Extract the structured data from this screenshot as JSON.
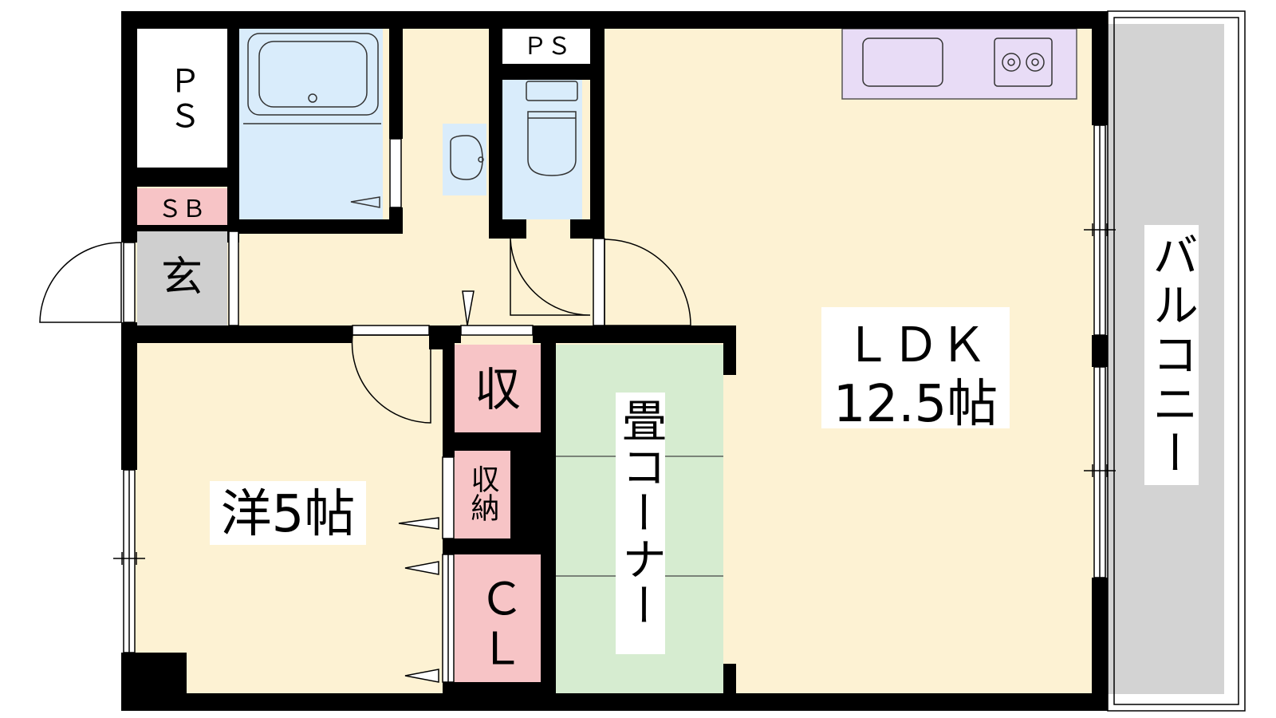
{
  "rooms": {
    "ps_left": "ＰＳ",
    "ps_top": "ＰＳ",
    "sb": "ＳＢ",
    "genkan": "玄",
    "ldk_name": "ＬＤＫ",
    "ldk_size": "12.5帖",
    "balcony": "バルコニー",
    "tatami": "畳コーナー",
    "storage_1": "収",
    "storage_2": "収納",
    "closet": "ＣＬ",
    "western": "洋5帖"
  },
  "colors": {
    "floor": "#fdf2d3",
    "bath": "#d9ecfb",
    "tatami": "#d6ecd0",
    "storage": "#f7c4c6",
    "kitchen": "#e8dcf6",
    "balcony": "#d3d3d3",
    "entrance": "#cfcfcf",
    "wall": "#000000"
  }
}
